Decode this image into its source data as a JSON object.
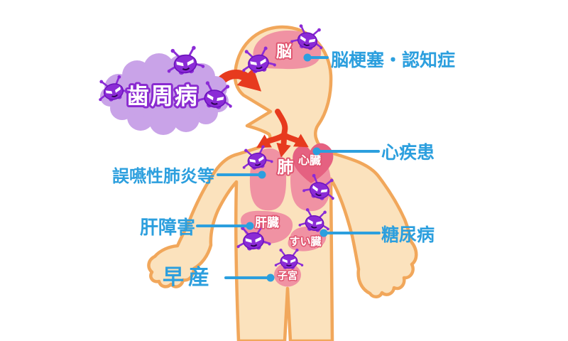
{
  "cloud": {
    "label": "歯周病"
  },
  "labels": {
    "brain_disease": "脳梗塞・認知症",
    "heart_disease": "心疾患",
    "aspiration_pneumonia": "誤嚥性肺炎等",
    "liver_damage": "肝障害",
    "diabetes": "糖尿病",
    "premature_birth": "早産"
  },
  "organs": {
    "brain": "脳",
    "heart": "心臓",
    "lung": "肺",
    "liver": "肝臓",
    "pancreas": "すい臓",
    "uterus": "子宮"
  },
  "icons": {
    "germ": "bacteria-germ-icon",
    "red_arrow": "infection-route-arrow-icon"
  },
  "colors": {
    "label_blue": "#2C9FDE",
    "body_fill": "#FBE2BD",
    "body_outline": "#F1A75B",
    "organ_pink": "#F092A3",
    "heart_pink": "#E56181",
    "cloud_purple": "#C9A3E8",
    "germ_purple": "#8B2BD6",
    "germ_outline": "#6A11BB",
    "arrow_red": "#E73A1E",
    "organ_label_outline": "#E05570",
    "cloud_label_outline": "#8A2BD0",
    "background": "#FFFFFF"
  }
}
